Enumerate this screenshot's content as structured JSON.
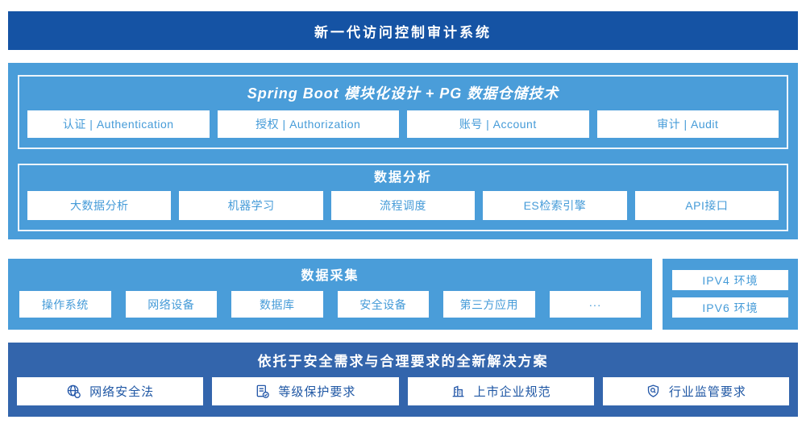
{
  "colors": {
    "banner_blue": "#1553A4",
    "light_blue": "#4A9DD9",
    "solution_blue": "#3365AC",
    "box_text_blue": "#459BD8",
    "dark_text_blue": "#1F57A4",
    "panel_border": "#ECF4FB"
  },
  "banner": {
    "title": "新一代访问控制审计系统"
  },
  "platform": {
    "spring_boot": {
      "title": "Spring Boot 模块化设计 + PG 数据仓储技术",
      "modules": [
        "认证 | Authentication",
        "授权 | Authorization",
        "账号 | Account",
        "审计 | Audit"
      ]
    },
    "data_analysis": {
      "title": "数据分析",
      "modules": [
        "大数据分析",
        "机器学习",
        "流程调度",
        "ES检索引擎",
        "API接口"
      ]
    }
  },
  "data_collection": {
    "title": "数据采集",
    "sources": [
      "操作系统",
      "网络设备",
      "数据库",
      "安全设备",
      "第三方应用",
      "···"
    ]
  },
  "network_env": {
    "items": [
      "IPV4 环境",
      "IPV6 环境"
    ]
  },
  "solution": {
    "title": "依托于安全需求与合理要求的全新解决方案",
    "items": [
      {
        "icon": "globe-icon",
        "label": "网络安全法"
      },
      {
        "icon": "document-check-icon",
        "label": "等级保护要求"
      },
      {
        "icon": "buildings-icon",
        "label": "上市企业规范"
      },
      {
        "icon": "shield-search-icon",
        "label": "行业监管要求"
      }
    ]
  }
}
